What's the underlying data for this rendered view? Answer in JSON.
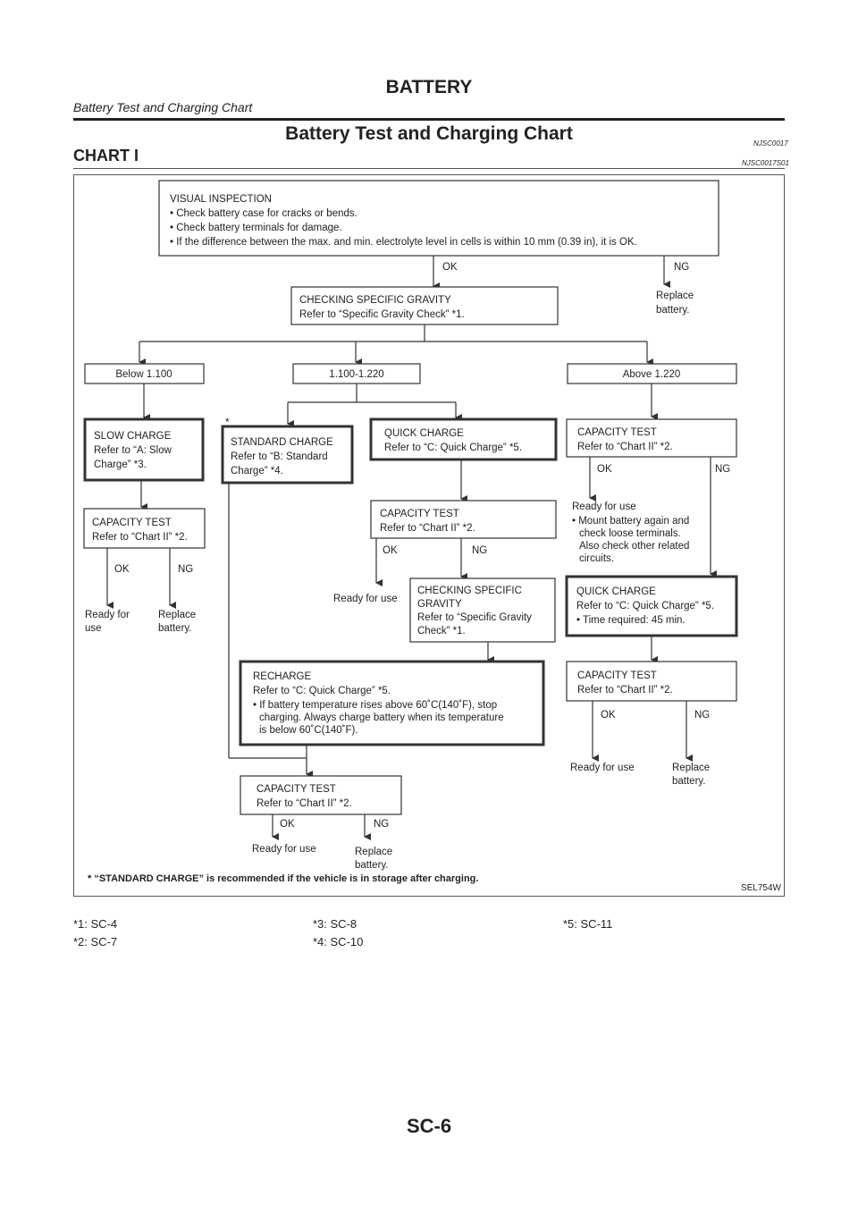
{
  "header": {
    "title": "BATTERY",
    "subtitle": "Battery Test and Charging Chart"
  },
  "section": {
    "title": "Battery Test and Charging Chart",
    "code": "NJSC0017",
    "chart_label": "CHART I",
    "chart_code": "NJSC0017S01"
  },
  "flow": {
    "visual": [
      "VISUAL INSPECTION",
      "• Check battery case for cracks or bends.",
      "• Check battery terminals for damage.",
      "• If the difference between the max. and min. electrolyte level in cells is within 10 mm (0.39 in), it is OK."
    ],
    "ok": "OK",
    "ng": "NG",
    "replace": [
      "Replace",
      "battery."
    ],
    "gravity": [
      "CHECKING SPECIFIC GRAVITY",
      "Refer to “Specific Gravity Check” *1."
    ],
    "below": "Below 1.100",
    "mid": "1.100-1.220",
    "above": "Above 1.220",
    "star": "*",
    "slow": [
      "SLOW CHARGE",
      "Refer to “A: Slow",
      "Charge” *3."
    ],
    "standard": [
      "STANDARD CHARGE",
      "Refer to “B: Standard",
      "Charge” *4."
    ],
    "quick1": [
      "QUICK CHARGE",
      "Refer to “C: Quick Charge” *5."
    ],
    "cap_right": [
      "CAPACITY TEST",
      "Refer to “Chart II” *2."
    ],
    "cap_left": [
      "CAPACITY TEST",
      "Refer to “Chart II” *2."
    ],
    "cap_mid": [
      "CAPACITY TEST",
      "Refer to “Chart II” *2."
    ],
    "ready_right": [
      "Ready for use",
      "• Mount battery again and",
      "check loose terminals.",
      "Also check other related",
      "circuits."
    ],
    "ready_use2": [
      "Ready for",
      "use"
    ],
    "ready_use": "Ready for use",
    "gravity2": [
      "CHECKING SPECIFIC",
      "GRAVITY",
      "Refer to “Specific Gravity",
      "Check” *1."
    ],
    "quick2": [
      "QUICK CHARGE",
      "Refer to “C: Quick Charge” *5.",
      "• Time required: 45 min."
    ],
    "recharge": [
      "RECHARGE",
      "Refer to “C: Quick Charge” *5.",
      "• If battery temperature rises above 60˚C(140˚F), stop",
      "charging. Always charge battery when its temperature",
      "is below 60˚C(140˚F)."
    ],
    "cap_right2": [
      "CAPACITY TEST",
      "Refer to “Chart II” *2."
    ],
    "cap_bottom": [
      "CAPACITY TEST",
      "Refer to “Chart II” *2."
    ],
    "footnote": "* “STANDARD CHARGE” is recommended if the vehicle is in storage after charging.",
    "figure_id": "SEL754W"
  },
  "footnotes": [
    {
      "text": "*1:  SC-4"
    },
    {
      "text": "*2:  SC-7"
    },
    {
      "text": "*3:  SC-8"
    },
    {
      "text": "*4:  SC-10"
    },
    {
      "text": "*5:  SC-11"
    }
  ],
  "page_number": "SC-6"
}
